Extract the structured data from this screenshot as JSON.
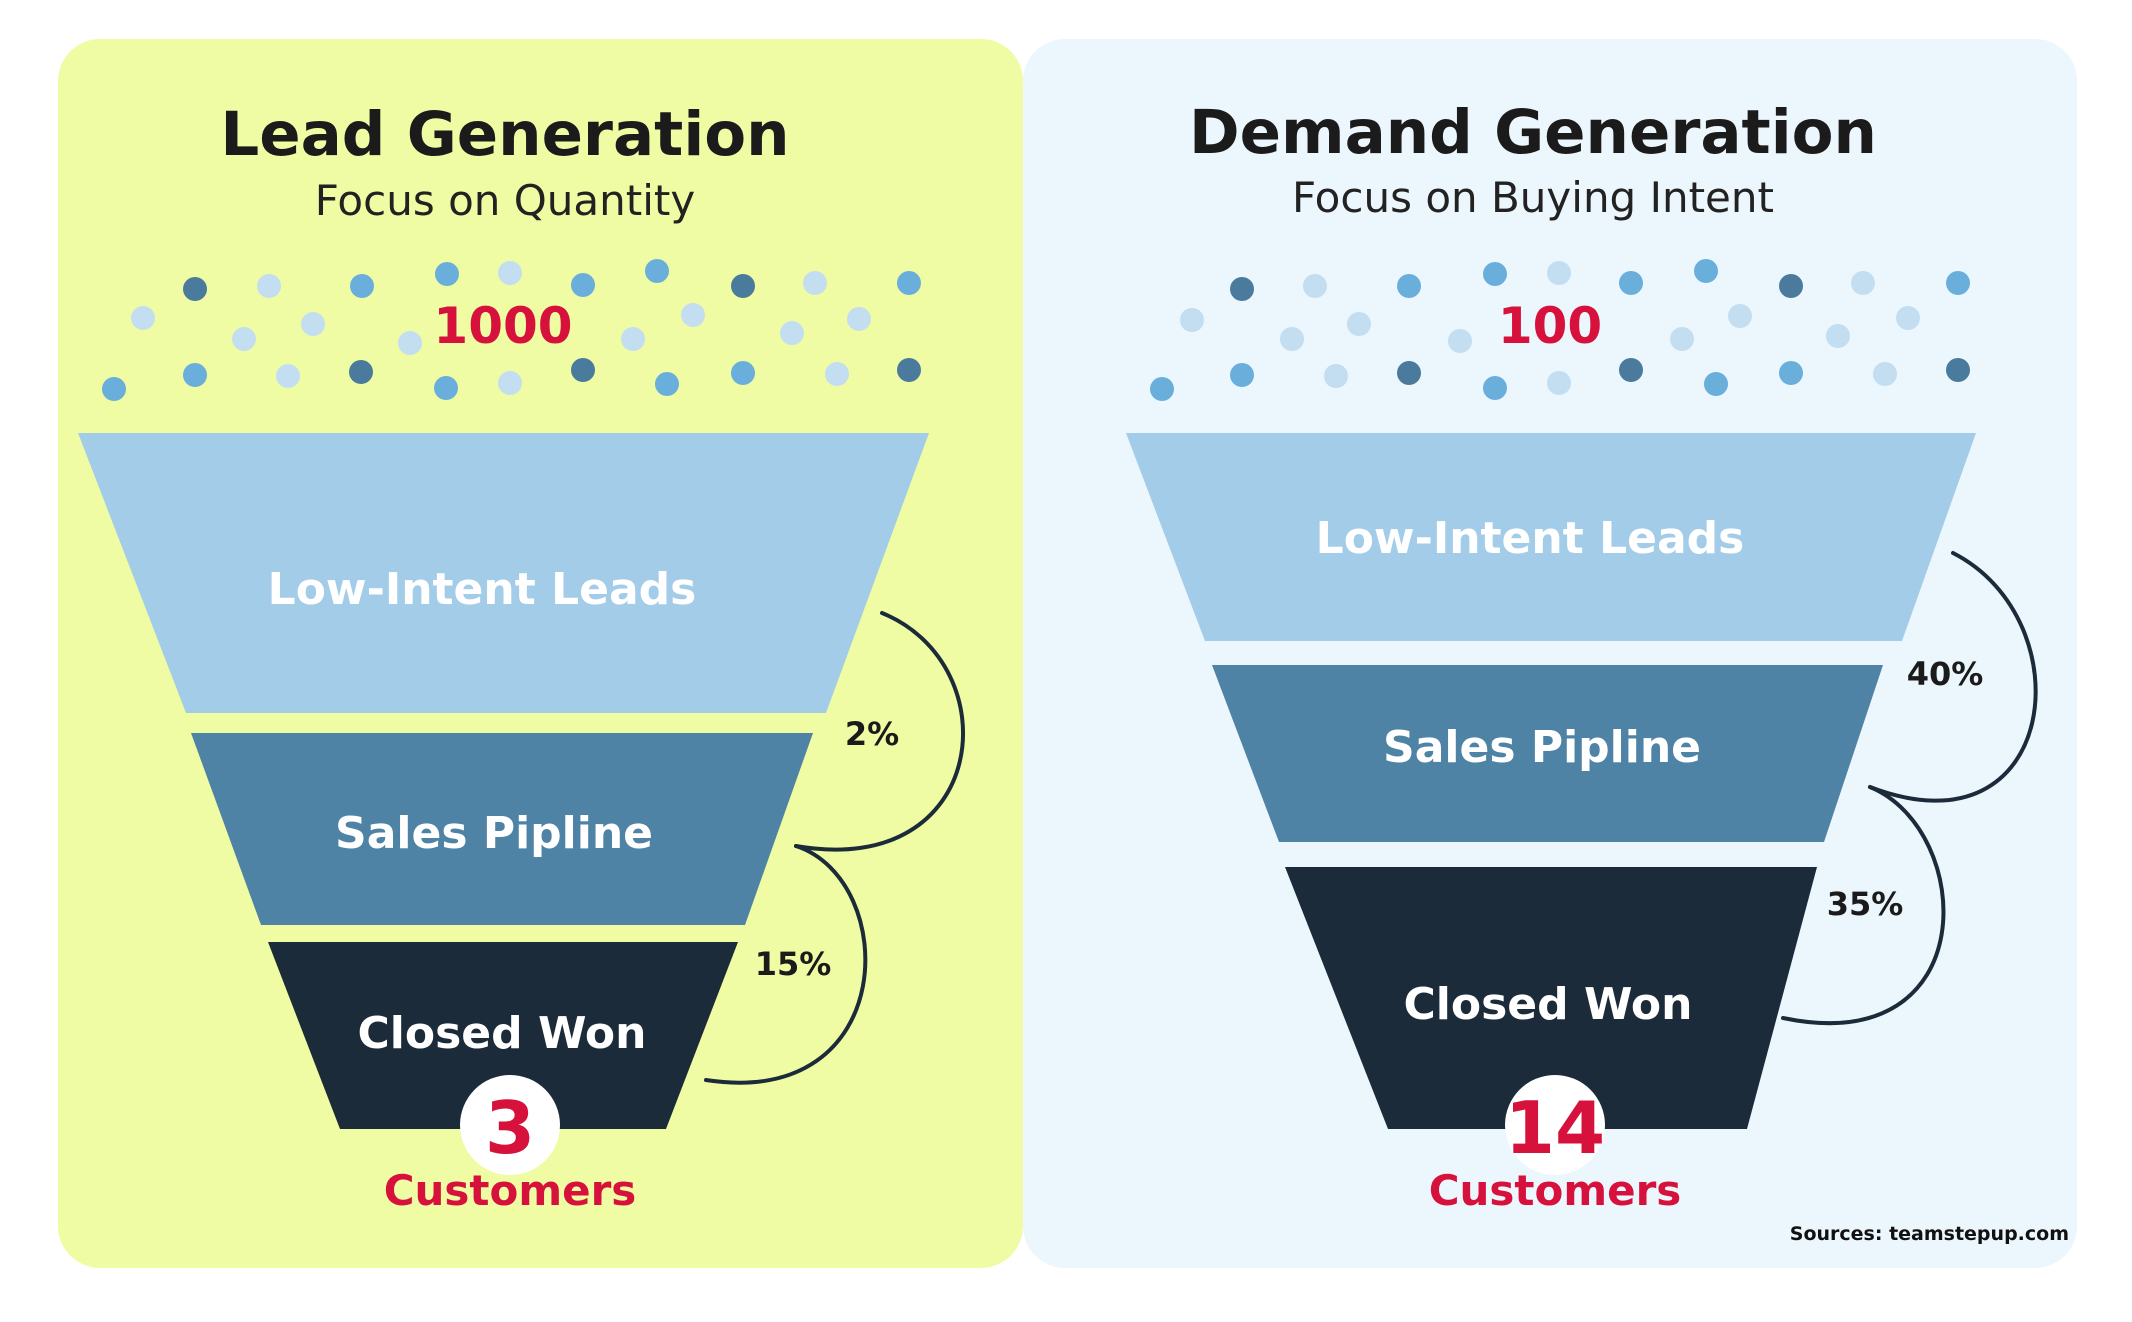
{
  "colors": {
    "left_bg": "#f0fca3",
    "right_bg": "#ecf6fd",
    "stage_top": "#a3cce8",
    "stage_mid": "#4e83a6",
    "stage_bottom": "#1c2b3a",
    "accent_red": "#d6113b",
    "dot_light": "#c3def1",
    "dot_mid": "#6aaedc",
    "dot_dark": "#4a7a9c",
    "arc": "#1c2b3a"
  },
  "left": {
    "title": "Lead Generation",
    "subtitle": "Focus on Quantity",
    "count": "1000",
    "stages": [
      "Low-Intent Leads",
      "Sales Pipline",
      "Closed Won"
    ],
    "conversion_1": "2%",
    "conversion_2": "15%",
    "result_number": "3",
    "result_label": "Customers"
  },
  "right": {
    "title": "Demand Generation",
    "subtitle": "Focus on Buying Intent",
    "count": "100",
    "stages": [
      "Low-Intent Leads",
      "Sales Pipline",
      "Closed Won"
    ],
    "conversion_1": "40%",
    "conversion_2": "35%",
    "result_number": "14",
    "result_label": "Customers"
  },
  "source": "Sources: teamstepup.com"
}
